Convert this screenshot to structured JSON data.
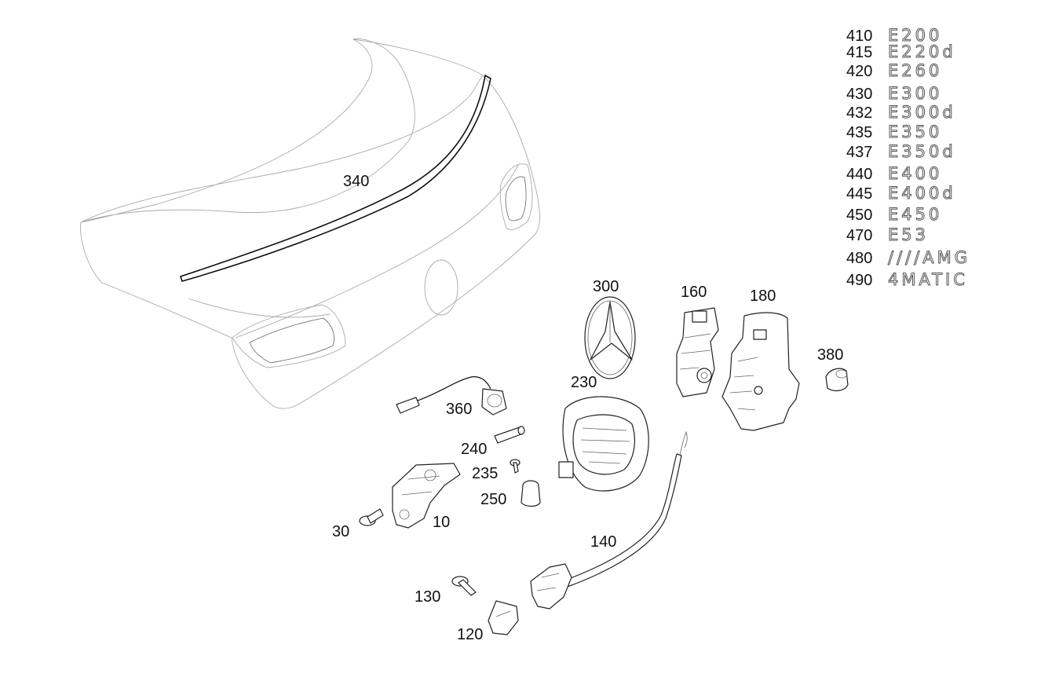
{
  "callouts": [
    {
      "id": "340",
      "label": "340"
    },
    {
      "id": "300",
      "label": "300"
    },
    {
      "id": "160",
      "label": "160"
    },
    {
      "id": "180",
      "label": "180"
    },
    {
      "id": "380",
      "label": "380"
    },
    {
      "id": "230",
      "label": "230"
    },
    {
      "id": "360",
      "label": "360"
    },
    {
      "id": "240",
      "label": "240"
    },
    {
      "id": "235",
      "label": "235"
    },
    {
      "id": "250",
      "label": "250"
    },
    {
      "id": "10",
      "label": "10"
    },
    {
      "id": "30",
      "label": "30"
    },
    {
      "id": "140",
      "label": "140"
    },
    {
      "id": "130",
      "label": "130"
    },
    {
      "id": "120",
      "label": "120"
    }
  ],
  "emblems": [
    {
      "number": "410",
      "text": "E200"
    },
    {
      "number": "415",
      "text": "E220d"
    },
    {
      "number": "420",
      "text": "E260"
    },
    {
      "number": "430",
      "text": "E300"
    },
    {
      "number": "432",
      "text": "E300d"
    },
    {
      "number": "435",
      "text": "E350"
    },
    {
      "number": "437",
      "text": "E350d"
    },
    {
      "number": "440",
      "text": "E400"
    },
    {
      "number": "445",
      "text": "E400d"
    },
    {
      "number": "450",
      "text": "E450"
    },
    {
      "number": "470",
      "text": "E53"
    },
    {
      "number": "480",
      "text": "////AMG"
    },
    {
      "number": "490",
      "text": "4MATIC"
    }
  ]
}
